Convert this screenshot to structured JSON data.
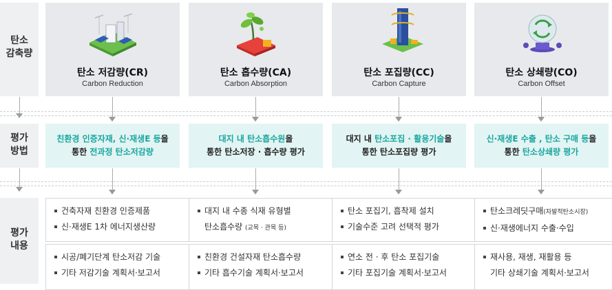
{
  "rows": {
    "reduction_label": "탄소\n감축량",
    "method_label": "평가\n방법",
    "content_label": "평가\n내용"
  },
  "categories": [
    {
      "title": "탄소 저감량(CR)",
      "subtitle": "Carbon Reduction",
      "method_parts": [
        {
          "text": "친환경 인증자재, 신·재생E 등",
          "teal": true
        },
        {
          "text": "을",
          "teal": false
        },
        {
          "br": true
        },
        {
          "text": "통한 ",
          "teal": false
        },
        {
          "text": "전과정 탄소저감량",
          "teal": true
        }
      ],
      "content1": [
        {
          "text": "건축자재 친환경 인증제품"
        },
        {
          "text": "신·재생E 1차 에너지생산량"
        }
      ],
      "content2": [
        {
          "text": "시공/폐기단계 탄소저감 기술"
        },
        {
          "text": "기타 저감기술 계획서·보고서"
        }
      ]
    },
    {
      "title": "탄소 흡수량(CA)",
      "subtitle": "Carbon Absorption",
      "method_parts": [
        {
          "text": "대지 내 탄소흡수원",
          "teal": true
        },
        {
          "text": "을",
          "teal": false
        },
        {
          "br": true
        },
        {
          "text": "통한 탄소저장 · 흡수량 평가",
          "teal": false
        }
      ],
      "content1": [
        {
          "text": "대지 내 수종 식재 유형별"
        },
        {
          "text": "탄소흡수량 ",
          "small": "(교목 · 관목 등)",
          "indent": true
        }
      ],
      "content2": [
        {
          "text": "친환경 건설자재  탄소흡수량"
        },
        {
          "text": "기타 흡수기술 계획서·보고서"
        }
      ]
    },
    {
      "title": "탄소 포집량(CC)",
      "subtitle": "Carbon Capture",
      "method_parts": [
        {
          "text": "대지 내 ",
          "teal": false
        },
        {
          "text": "탄소포집 · 활용기술",
          "teal": true
        },
        {
          "text": "을",
          "teal": false
        },
        {
          "br": true
        },
        {
          "text": "통한 탄소포집량 평가",
          "teal": false
        }
      ],
      "content1": [
        {
          "text": "탄소 포집기, 흡착제 설치"
        },
        {
          "text": "기술수준 고려 선택적 평가"
        }
      ],
      "content2": [
        {
          "text": "연소 전 · 후 탄소 포집기술"
        },
        {
          "text": "기타 포집기술 계획서·보고서"
        }
      ]
    },
    {
      "title": "탄소 상쇄량(CO)",
      "subtitle": "Carbon Offset",
      "method_parts": [
        {
          "text": "신·재생E 수출 , 탄소 구매 등",
          "teal": true
        },
        {
          "text": "을",
          "teal": false
        },
        {
          "br": true
        },
        {
          "text": "통한 ",
          "teal": false
        },
        {
          "text": "탄소상쇄량 평가",
          "teal": true
        }
      ],
      "content1": [
        {
          "text": "탄소크레딧구매",
          "small": "(자발적탄소시장)"
        },
        {
          "text": "신·재생에너지 수출·수입"
        }
      ],
      "content2": [
        {
          "text": "재사용, 재생, 재활용 등"
        },
        {
          "text": "기타 상쇄기술  계획서·보고서",
          "nobullet": true
        }
      ]
    }
  ],
  "icons": [
    "solar-building-icon",
    "plant-pot-icon",
    "capture-tower-icon",
    "globe-recycle-icon"
  ],
  "colors": {
    "teal": "#1aa6a0",
    "card": "#e7e9ec",
    "method": "#e2f4f3"
  }
}
